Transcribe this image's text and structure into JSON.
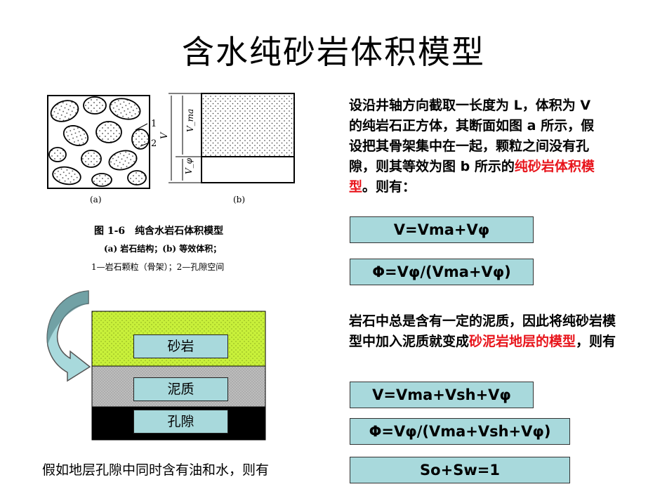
{
  "title": "含水纯砂岩体积模型",
  "figure": {
    "label_a": "(a)",
    "label_b": "(b)",
    "marker_1": "1",
    "marker_2": "2",
    "axis_v": "V",
    "axis_vma": "V_ma",
    "axis_vphi": "V_φ",
    "caption_title": "图 1-6　纯含水岩石体积模型",
    "caption_line1": "(a) 岩石结构；(b) 等效体积；",
    "caption_line2": "1—岩石颗粒（骨架）；2—孔隙空间"
  },
  "para1": {
    "t1": "设沿井轴方向截取一长度为 ",
    "t2": "L",
    "t3": "，体积为 ",
    "t4": "V",
    "t5": " 的纯岩石正方体，其断面如图 ",
    "t6": "a",
    "t7": " 所示，假设把其骨架集中在一起，颗粒之间没有孔隙，则其等效为图 ",
    "t8": "b",
    "t9": " 所示的",
    "t10": "纯砂岩体积模型",
    "t11": "。则有："
  },
  "formulas": {
    "f1": "V=Vma+Vφ",
    "f2": "Φ=Vφ/(Vma+Vφ)",
    "f3": "V=Vma+Vsh+Vφ",
    "f4": "Φ=Vφ/(Vma+Vsh+Vφ)",
    "f5": "So+Sw=1"
  },
  "para2": {
    "t1": "岩石中总是含有一定的泥质，因此将纯砂岩模型中加入泥质就变成",
    "t2": "砂泥岩地层的模型",
    "t3": "，则有"
  },
  "layers": {
    "sand": "砂岩",
    "shale": "泥质",
    "pore": "孔隙"
  },
  "bottom_text": "假如地层孔隙中同时含有油和水，则有",
  "colors": {
    "formula_bg": "#a8d9dc",
    "sand": "#c8f03a",
    "shale": "#b8b8b8",
    "pore": "#000000",
    "highlight": "#e8141b"
  }
}
